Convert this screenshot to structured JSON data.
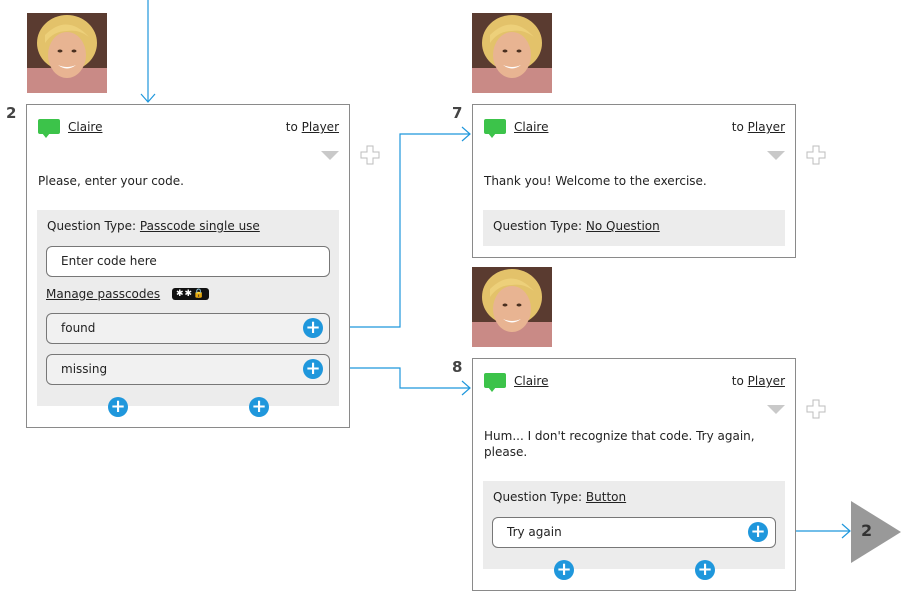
{
  "nodes": [
    {
      "number": "2",
      "speaker": "Claire",
      "to_prefix": "to",
      "to_target": "Player",
      "message": "Please, enter your code.",
      "question_type_label": "Question Type:",
      "question_type_value": "Passcode single use",
      "input_placeholder": "Enter code here",
      "manage_link": "Manage passcodes",
      "badge": "✱✱🔒",
      "options": [
        "found",
        "missing"
      ]
    },
    {
      "number": "7",
      "speaker": "Claire",
      "to_prefix": "to",
      "to_target": "Player",
      "message": "Thank you! Welcome to the exercise.",
      "question_type_label": "Question Type:",
      "question_type_value": "No Question"
    },
    {
      "number": "8",
      "speaker": "Claire",
      "to_prefix": "to",
      "to_target": "Player",
      "message_line1": "Hum... I don't recognize that code. Try again,",
      "message_line2": "please.",
      "question_type_label": "Question Type:",
      "question_type_value": "Button",
      "options": [
        "Try again"
      ]
    }
  ],
  "goto_node": "2",
  "colors": {
    "accent_blue": "#1f97dc",
    "chat_green": "#3cc34a",
    "panel_grey": "#ececec",
    "wire": "#1f97dc"
  }
}
